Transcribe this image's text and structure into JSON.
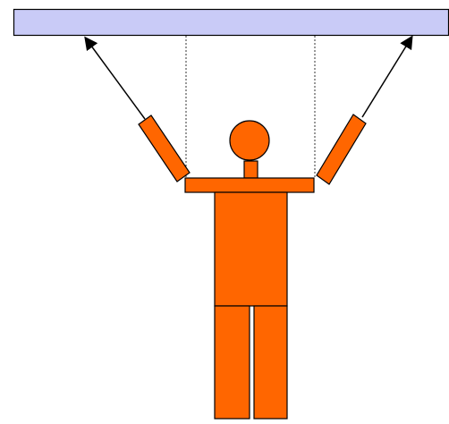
{
  "colors": {
    "background": "#ffffff",
    "ceiling_fill": "#c9cbf7",
    "figure_fill": "#ff6600",
    "stroke": "#000000"
  },
  "figure": {
    "parts": [
      "head",
      "neck",
      "shoulders",
      "torso",
      "left-arm",
      "right-arm",
      "left-leg",
      "right-leg"
    ],
    "arrows": 2,
    "guide_lines": "dotted"
  }
}
